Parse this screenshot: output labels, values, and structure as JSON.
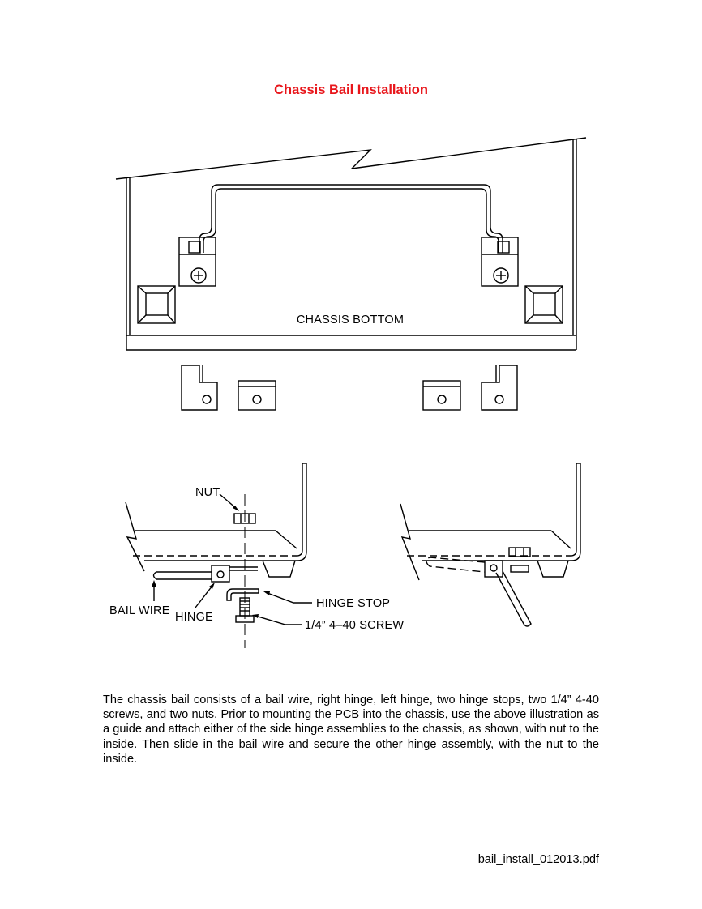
{
  "document": {
    "title": "Chassis Bail Installation",
    "body": "The chassis bail consists of a bail wire, right hinge, left hinge, two hinge stops, two 1/4” 4-40  screws, and two nuts. Prior to mounting the PCB into the chassis, use the above illustration as a guide and attach either of the side hinge assemblies to the chassis, as shown, with nut to the inside. Then slide in the bail wire and secure the other hinge assembly, with the nut to the inside.",
    "footer": "bail_install_012013.pdf"
  },
  "diagram": {
    "labels": {
      "chassis_bottom": "CHASSIS BOTTOM",
      "nut": "NUT",
      "bail_wire": "BAIL WIRE",
      "hinge": "HINGE",
      "hinge_stop": "HINGE STOP",
      "screw": "1/4” 4–40 SCREW"
    }
  }
}
